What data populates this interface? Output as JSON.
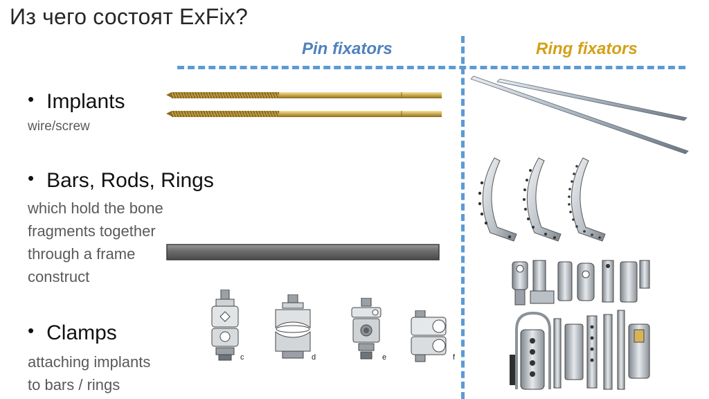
{
  "title": "Из чего состоят ExFix?",
  "columns": {
    "pin": {
      "label": "Pin fixators",
      "color": "#4f81bd"
    },
    "ring": {
      "label": "Ring fixators",
      "color": "#d4a017"
    }
  },
  "sections": [
    {
      "heading": "Implants",
      "description": "wire/screw"
    },
    {
      "heading": "Bars, Rods, Rings",
      "description_lines": [
        "which hold the bone",
        "fragments together",
        "through a frame",
        "construct"
      ]
    },
    {
      "heading": "Clamps",
      "description_lines": [
        "attaching implants",
        "to bars / rings"
      ]
    }
  ],
  "clamp_labels": [
    "c",
    "d",
    "e",
    "f"
  ],
  "icons": {
    "bullet": "bullet-dot",
    "screw": "threaded-pin-icon",
    "rod": "carbon-rod-icon",
    "wire": "kirschner-wire-icon",
    "ring": "ring-segment-icon",
    "clamp": "clamp-icon",
    "hardware": "ring-hardware-icon"
  }
}
